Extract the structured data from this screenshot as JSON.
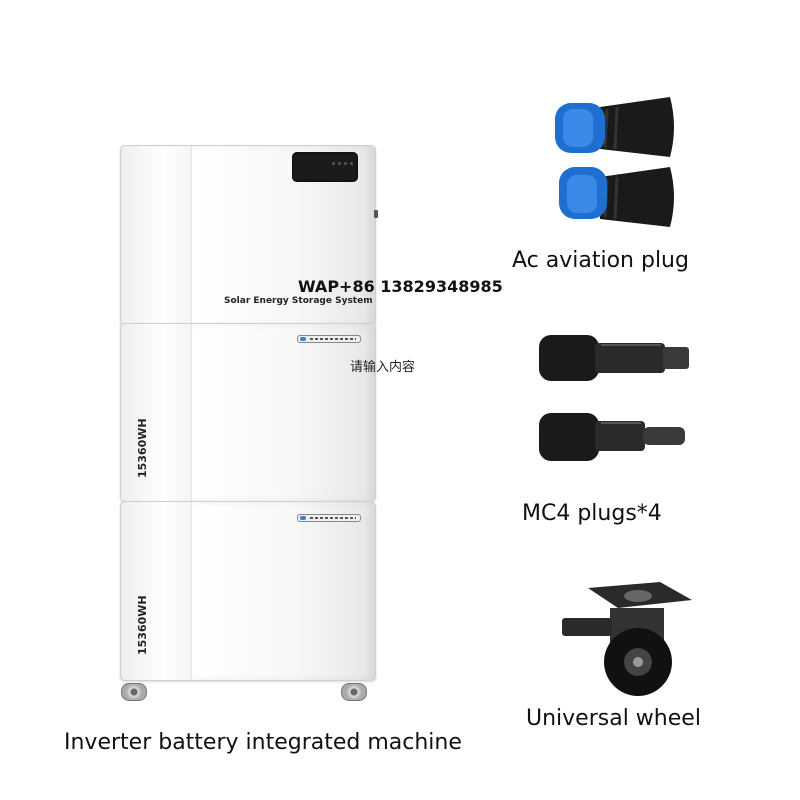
{
  "watermark": {
    "contact": "WAP+86 13829348985",
    "placeholder_text": "请输入内容"
  },
  "machine": {
    "brand_text": "Solar Energy Storage System",
    "module_label_1": "15360WH",
    "module_label_2": "15360WH",
    "caption": "Inverter battery integrated machine"
  },
  "accessories": [
    {
      "caption": "Ac aviation plug",
      "icon": "ac-aviation-plug-icon"
    },
    {
      "caption": "MC4 plugs*4",
      "icon": "mc4-plug-icon"
    },
    {
      "caption": "Universal wheel",
      "icon": "caster-wheel-icon"
    }
  ],
  "colors": {
    "plug_blue": "#1f6fd1",
    "plug_black": "#1a1a1a",
    "cabinet_white": "#ffffff"
  }
}
